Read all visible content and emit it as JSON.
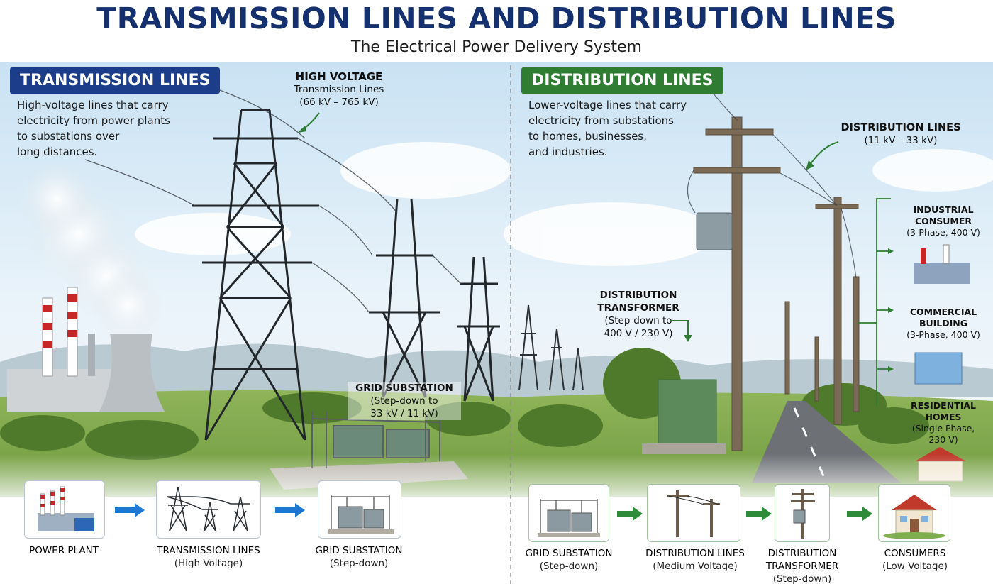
{
  "title": "TRANSMISSION LINES AND DISTRIBUTION LINES",
  "subtitle": "The Electrical Power Delivery System",
  "colors": {
    "title_navy": "#14306e",
    "transmission_blue": "#1c3d8a",
    "distribution_green": "#2e7d32",
    "arrow_blue": "#1e78d2",
    "arrow_green": "#2e8b3a"
  },
  "transmission": {
    "badge": "TRANSMISSION LINES",
    "description": [
      "High-voltage lines that carry",
      "electricity from power plants",
      "to substations over",
      "long distances."
    ],
    "callout_hv": {
      "line1": "HIGH VOLTAGE",
      "line2": "Transmission Lines",
      "line3": "(66 kV – 765 kV)"
    },
    "callout_substation": {
      "line1": "GRID SUBSTATION",
      "line2": "(Step-down to",
      "line3": "33 kV / 11 kV)"
    },
    "flow": [
      {
        "line1": "POWER PLANT",
        "line2": "",
        "icon": "power-plant-icon"
      },
      {
        "line1": "TRANSMISSION LINES",
        "line2": "(High Voltage)",
        "icon": "transmission-towers-icon"
      },
      {
        "line1": "GRID SUBSTATION",
        "line2": "(Step-down)",
        "icon": "substation-icon"
      }
    ]
  },
  "distribution": {
    "badge": "DISTRIBUTION LINES",
    "description": [
      "Lower-voltage lines that carry",
      "electricity from substations",
      "to homes, businesses,",
      "and industries."
    ],
    "callout_dl": {
      "line1": "DISTRIBUTION LINES",
      "line2": "(11 kV – 33 kV)"
    },
    "callout_transformer": {
      "line1": "DISTRIBUTION",
      "line2": "TRANSFORMER",
      "line3": "(Step-down to",
      "line4": "400 V / 230 V)"
    },
    "consumers": [
      {
        "line1": "INDUSTRIAL",
        "line2": "CONSUMER",
        "line3": "(3-Phase, 400 V)"
      },
      {
        "line1": "COMMERCIAL",
        "line2": "BUILDING",
        "line3": "(3-Phase, 400 V)"
      },
      {
        "line1": "RESIDENTIAL",
        "line2": "HOMES",
        "line3": "(Single Phase,",
        "line4": "230 V)"
      }
    ],
    "flow": [
      {
        "line1": "GRID SUBSTATION",
        "line2": "(Step-down)",
        "icon": "substation-icon"
      },
      {
        "line1": "DISTRIBUTION LINES",
        "line2": "(Medium Voltage)",
        "icon": "distribution-poles-icon"
      },
      {
        "line1": "DISTRIBUTION",
        "line2": "TRANSFORMER",
        "line3": "(Step-down)",
        "icon": "pole-transformer-icon"
      },
      {
        "line1": "CONSUMERS",
        "line2": "(Low Voltage)",
        "icon": "house-icon"
      }
    ]
  }
}
